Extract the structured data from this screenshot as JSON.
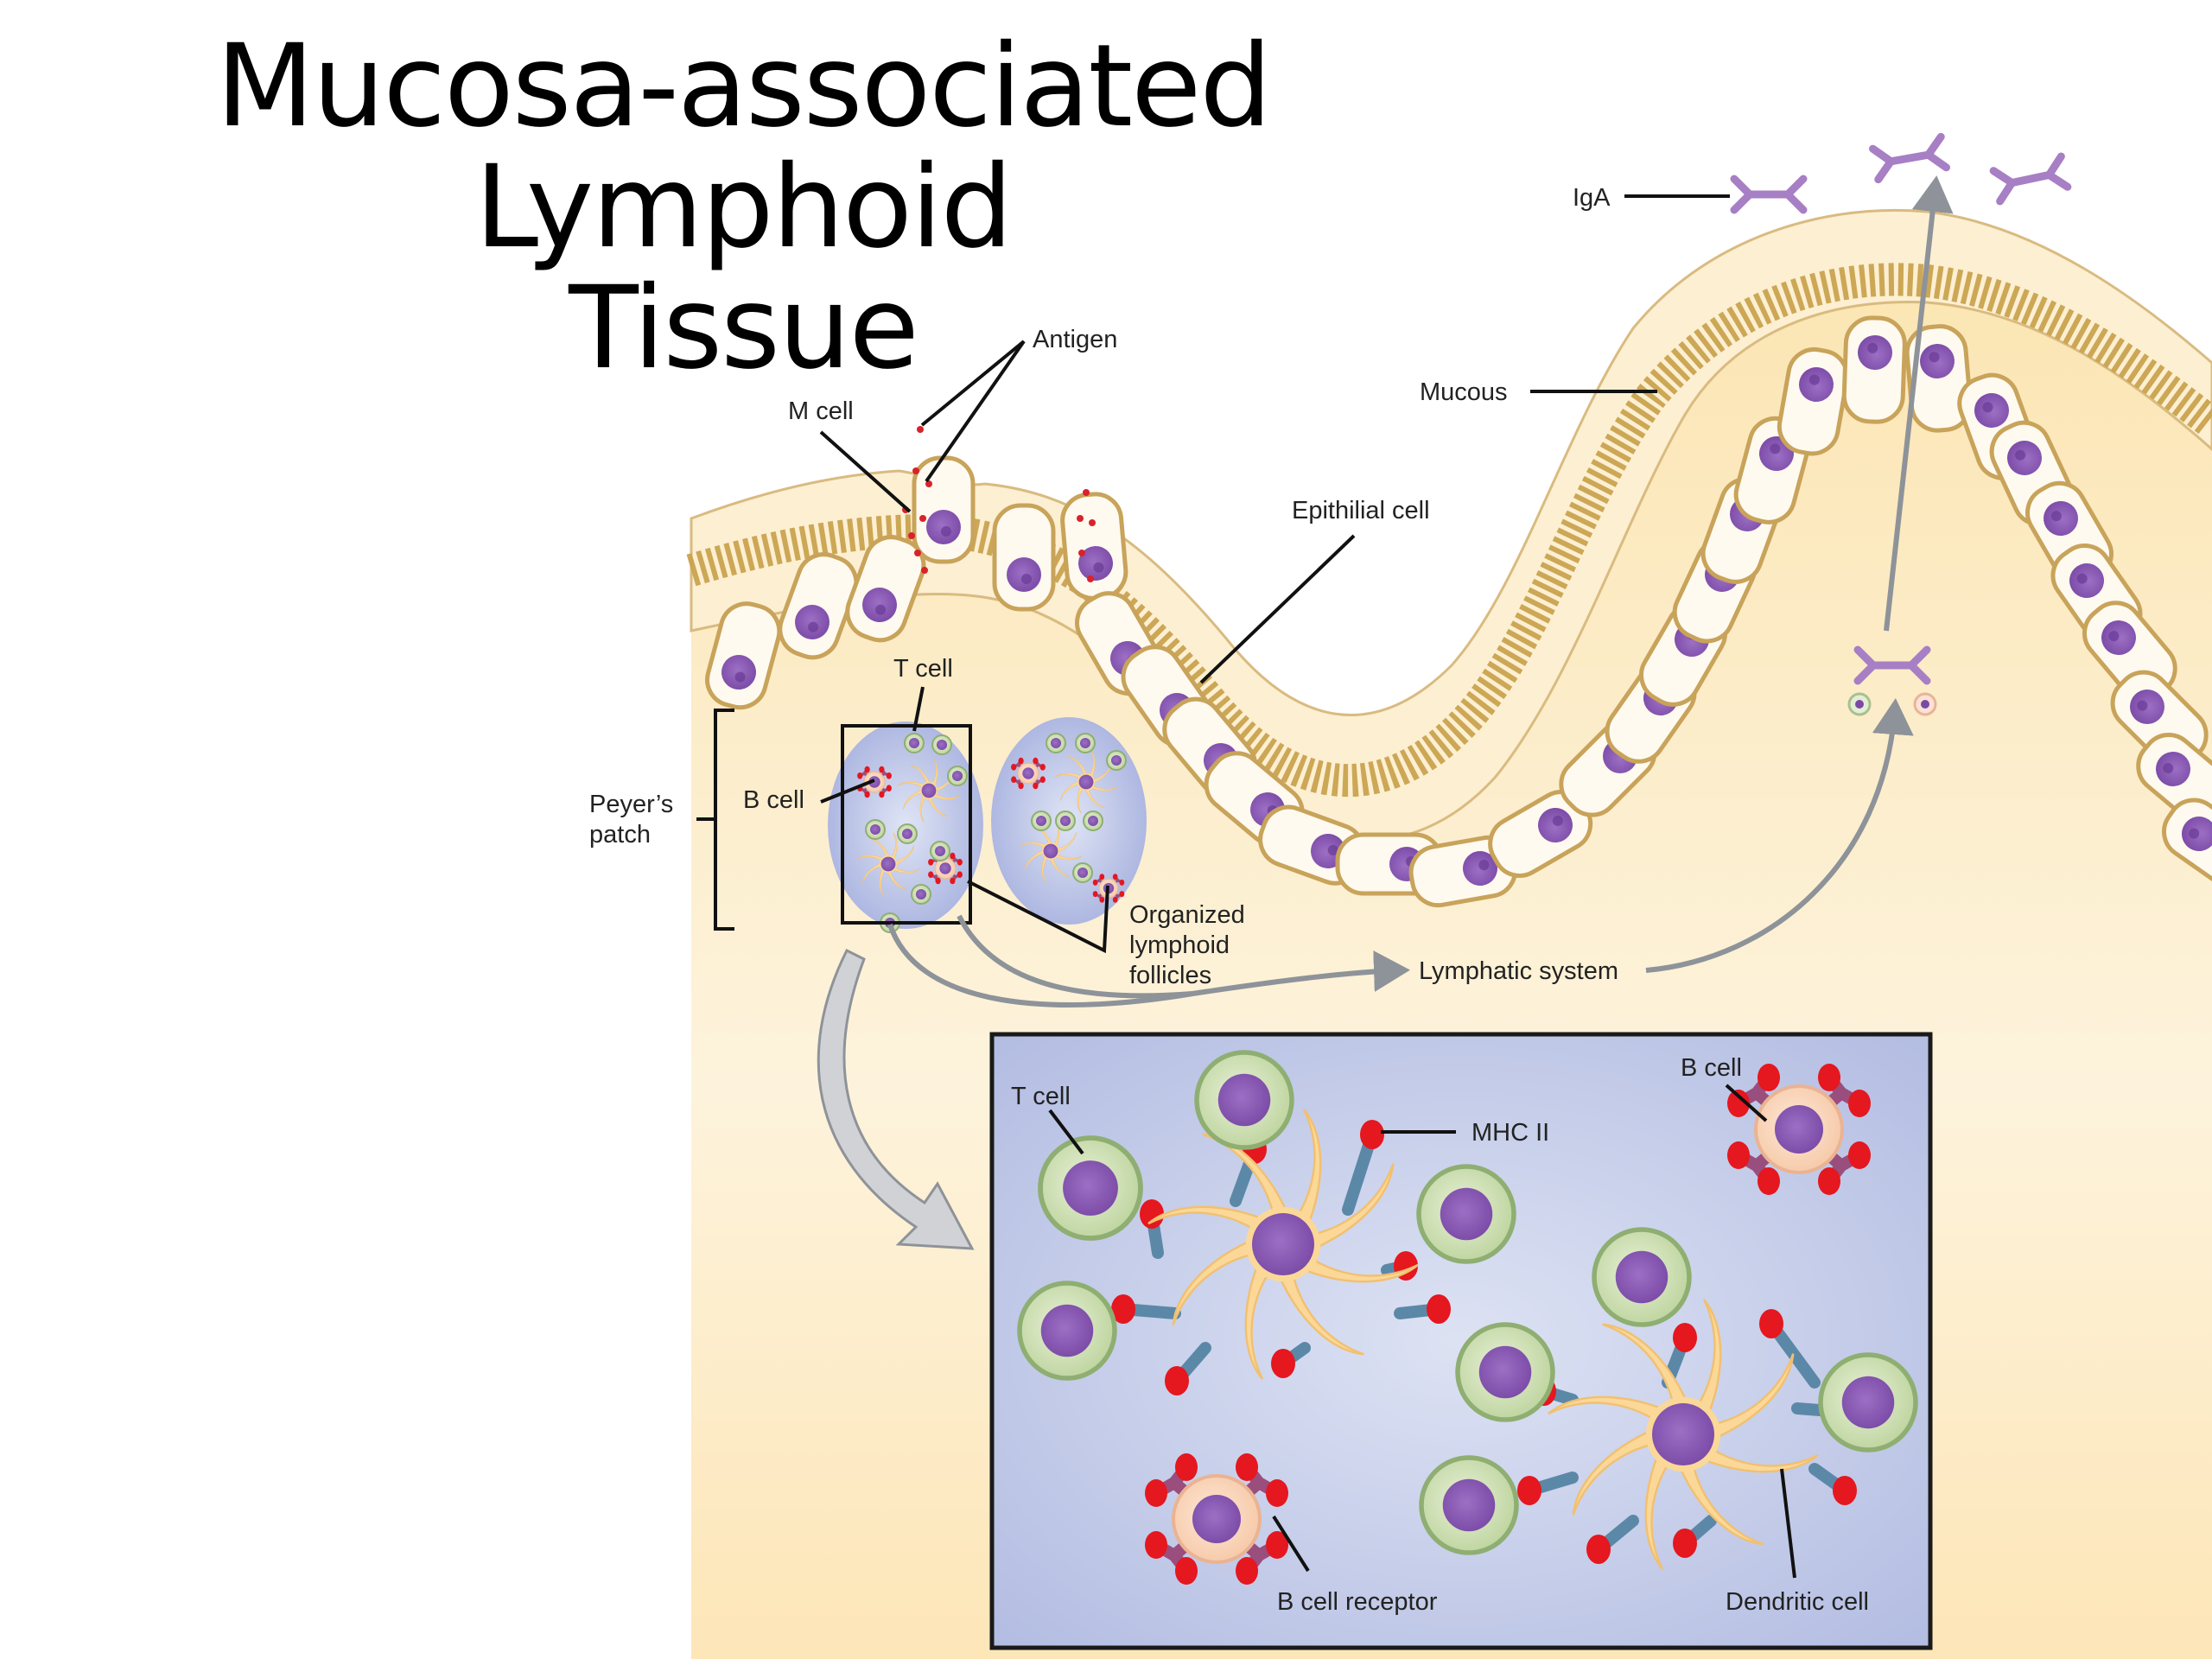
{
  "slide": {
    "title_line1": "Mucosa-associated Lymphoid",
    "title_line2": "Tissue"
  },
  "diagram": {
    "labels": {
      "iga": "IgA",
      "antigen": "Antigen",
      "m_cell": "M cell",
      "mucous": "Mucous",
      "epithelial_cell": "Epithilial cell",
      "t_cell": "T cell",
      "b_cell": "B cell",
      "peyers_patch_line1": "Peyer’s",
      "peyers_patch_line2": "patch",
      "follicles_line1": "Organized",
      "follicles_line2": "lymphoid",
      "follicles_line3": "follicles",
      "lymphatic_system": "Lymphatic system"
    },
    "inset": {
      "t_cell": "T cell",
      "mhc_ii": "MHC II",
      "b_cell": "B cell",
      "b_cell_receptor": "B cell receptor",
      "dendritic_cell": "Dendritic cell"
    },
    "colors": {
      "tissue": "#fbe7b8",
      "mucous": "#fdf0d6",
      "microvilli": "#c9a24e",
      "cell_border": "#c8a35a",
      "nucleus": "#8a5bb0",
      "iga": "#a77fc4",
      "antigen": "#d8232a",
      "follicle": "#a9b3df",
      "inset_bg": "#b9c2e3",
      "t_cell": "#cfe0b4",
      "b_cell": "#f8d3b8",
      "dendritic": "#fbd898",
      "arrow_gray": "#8e9399"
    }
  }
}
